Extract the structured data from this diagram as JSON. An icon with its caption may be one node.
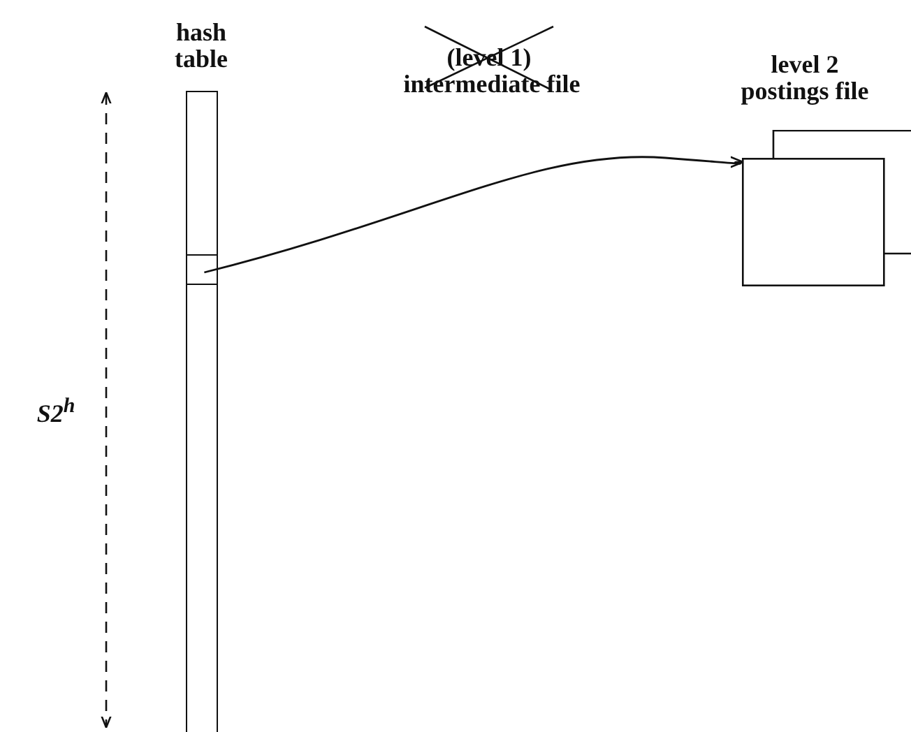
{
  "diagram": {
    "nodes": [
      {
        "text": [
          "hash table"
        ]
      },
      {
        "text": [],
        "shape": "box",
        "in": 0
      },
      {
        "text": [
          "level 2 postings file"
        ]
      }
    ],
    "edges": [
      {
        "from": 1,
        "to": 2,
        "arrow": "to"
      }
    ],
    "labels": [
      "(level 1)",
      "intermediate file",
      "S2$^{h}$"
    ]
  }
}
